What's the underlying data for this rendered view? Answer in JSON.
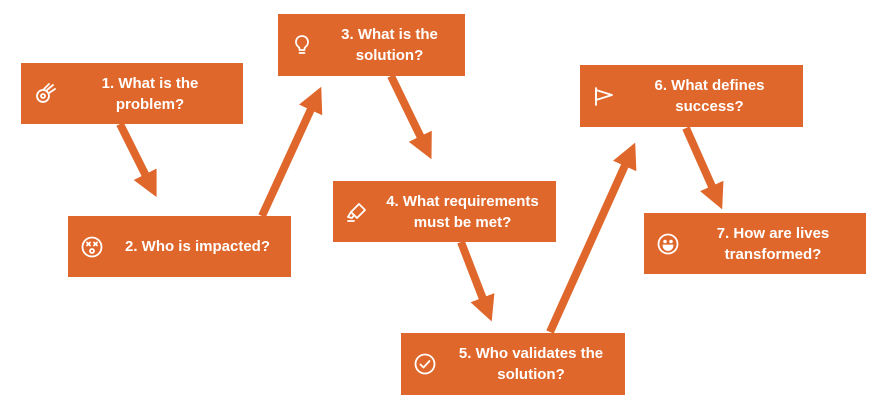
{
  "diagram": {
    "title": "",
    "colors": {
      "box_fill": "#e0672b",
      "arrow": "#e0672b",
      "text": "#ffffff",
      "background": "#ffffff"
    },
    "steps": [
      {
        "id": "step-1",
        "number": "1.",
        "text": "What is the problem?",
        "label": "1. What is the problem?",
        "icon": "meteor-icon"
      },
      {
        "id": "step-2",
        "number": "2.",
        "text": "Who is impacted?",
        "label": "2. Who is impacted?",
        "icon": "dizzy-face-icon"
      },
      {
        "id": "step-3",
        "number": "3.",
        "text": "What is the solution?",
        "label": "3. What is the solution?",
        "icon": "lightbulb-icon"
      },
      {
        "id": "step-4",
        "number": "4.",
        "text": "What requirements must be met?",
        "label": "4. What requirements must be met?",
        "icon": "highlighter-icon"
      },
      {
        "id": "step-5",
        "number": "5.",
        "text": "Who validates the solution?",
        "label": "5. Who validates the solution?",
        "icon": "check-circle-icon"
      },
      {
        "id": "step-6",
        "number": "6.",
        "text": "What defines success?",
        "label": "6. What defines success?",
        "icon": "flag-icon"
      },
      {
        "id": "step-7",
        "number": "7.",
        "text": "How are lives transformed?",
        "label": "7. How are lives transformed?",
        "icon": "smile-icon"
      }
    ],
    "connections": [
      {
        "from": "step-1",
        "to": "step-2"
      },
      {
        "from": "step-2",
        "to": "step-3"
      },
      {
        "from": "step-3",
        "to": "step-4"
      },
      {
        "from": "step-4",
        "to": "step-5"
      },
      {
        "from": "step-5",
        "to": "step-6"
      },
      {
        "from": "step-6",
        "to": "step-7"
      }
    ]
  }
}
